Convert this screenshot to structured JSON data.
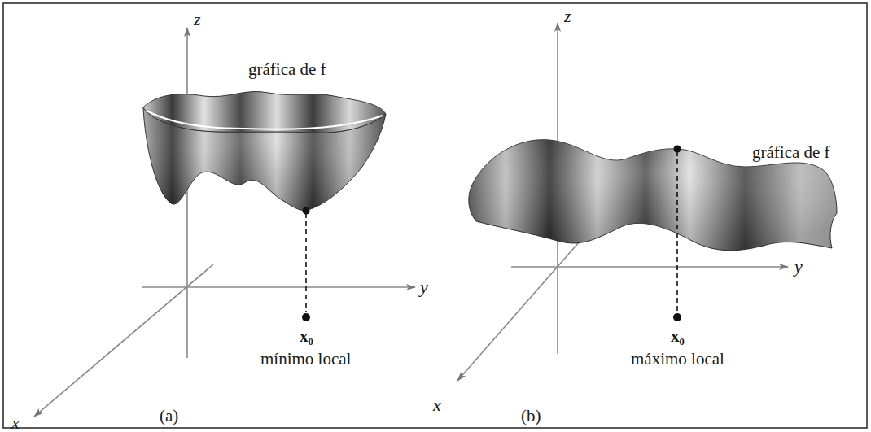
{
  "diagram": {
    "labels": [
      "z",
      "gráfica de f",
      "y",
      "x",
      "x₀",
      "mínimo local",
      "(a)",
      "z",
      "gráfica de f",
      "y",
      "x",
      "x₀",
      "máximo local",
      "(b)"
    ]
  }
}
